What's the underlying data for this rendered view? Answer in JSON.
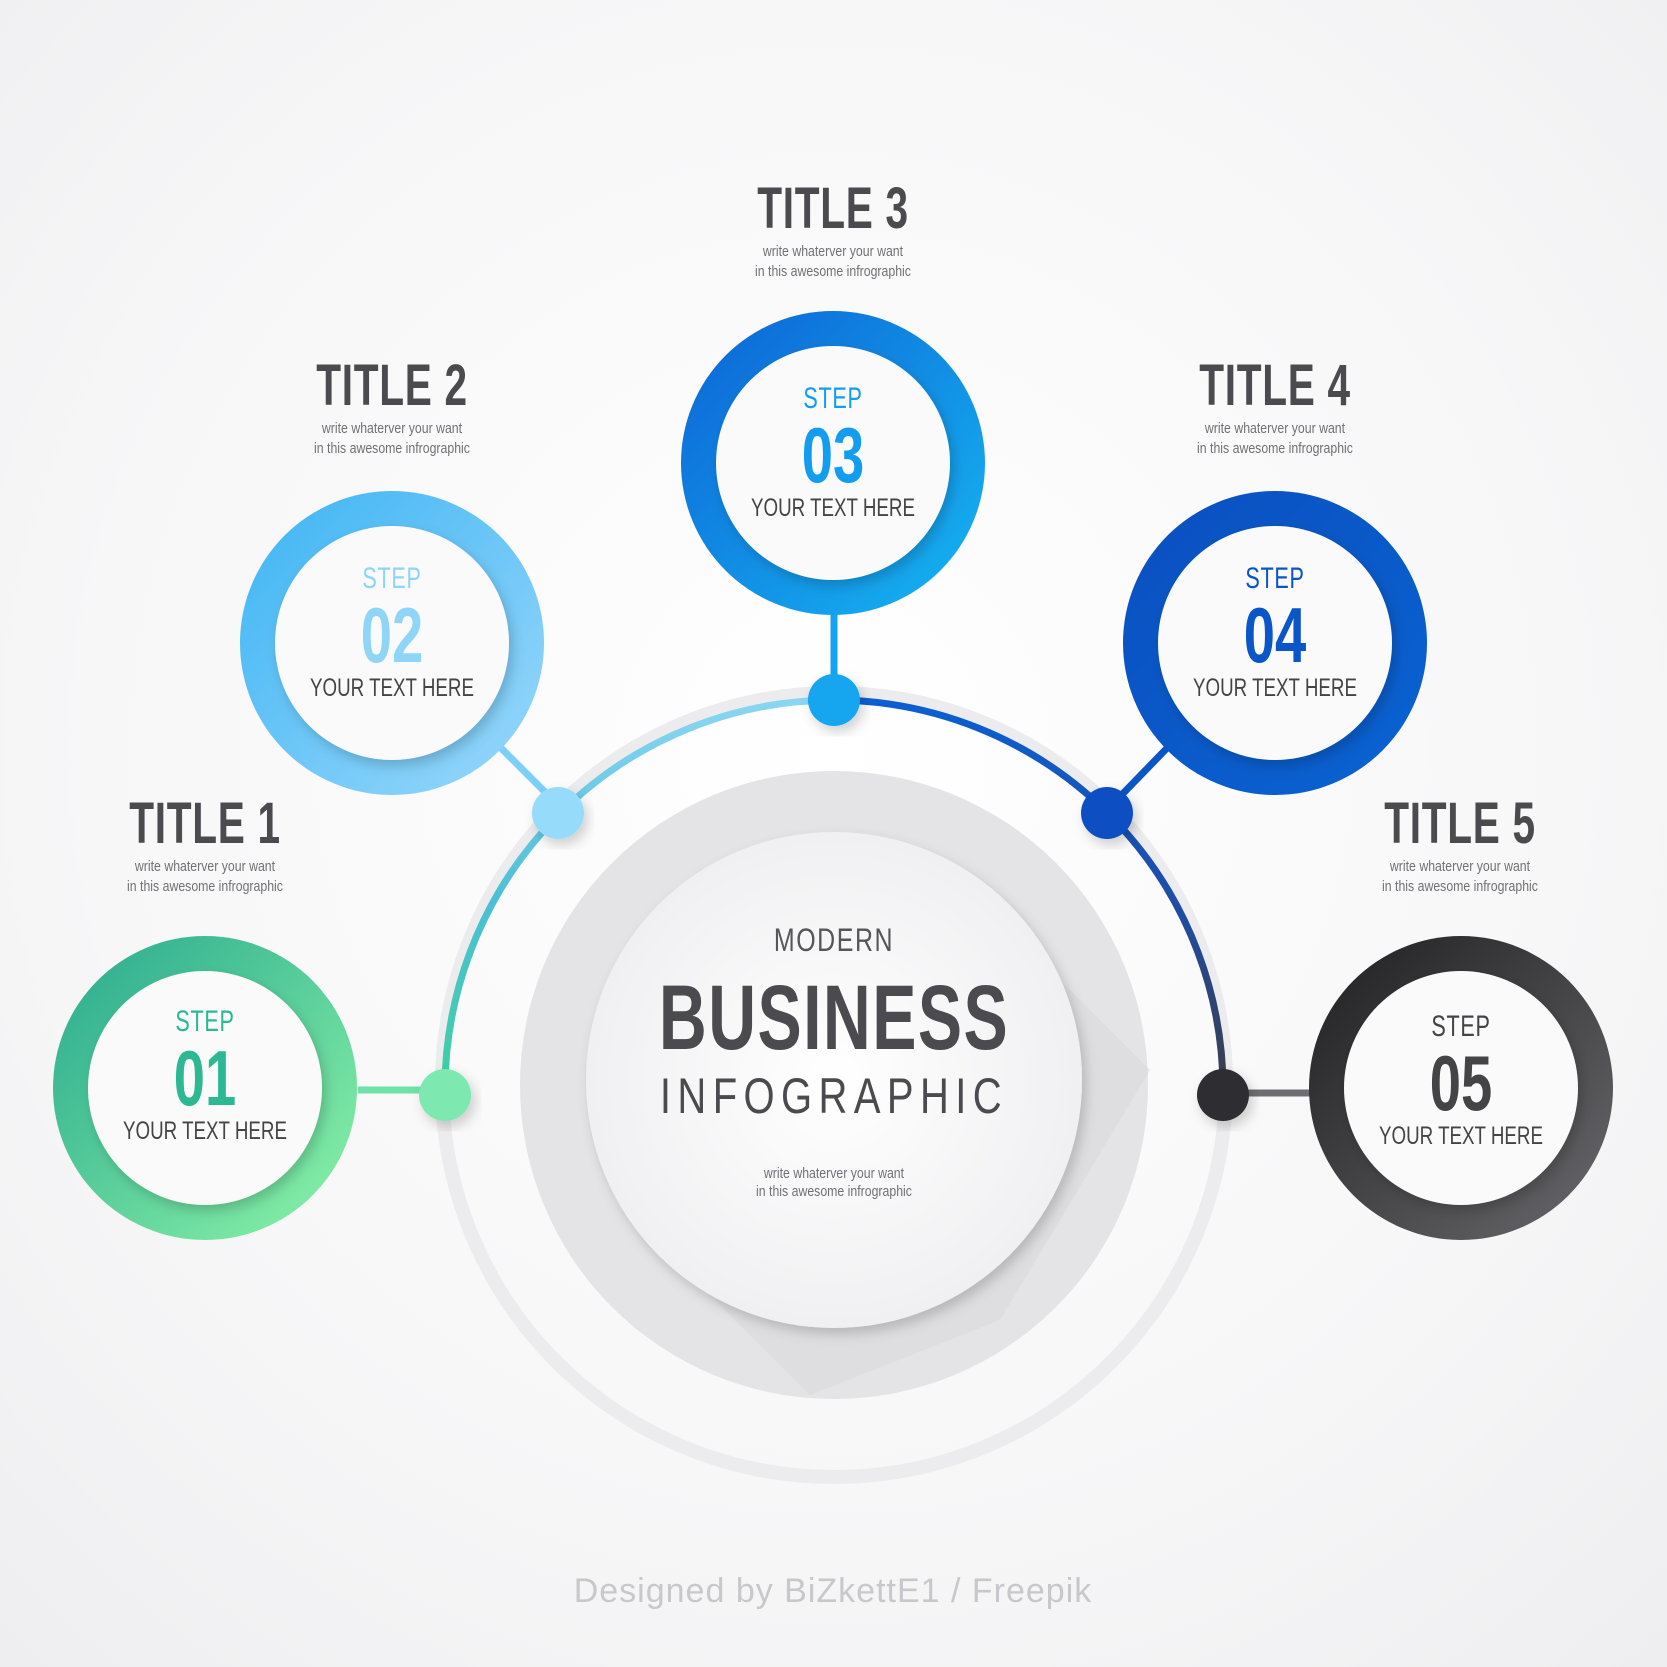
{
  "colors": {
    "step1": "#2ec69a",
    "step2": "#5ac6f5",
    "step3": "#139df0",
    "step4": "#0a55c8",
    "step5": "#333335",
    "text": "#4a4a4f"
  },
  "steps": [
    {
      "title": "TITLE 1",
      "desc_line1": "write whaterver your want",
      "desc_line2": "in this awesome infrographic",
      "step_word": "STEP",
      "number": "01",
      "text": "YOUR TEXT HERE"
    },
    {
      "title": "TITLE 2",
      "desc_line1": "write whaterver your want",
      "desc_line2": "in this awesome infrographic",
      "step_word": "STEP",
      "number": "02",
      "text": "YOUR TEXT HERE"
    },
    {
      "title": "TITLE 3",
      "desc_line1": "write whaterver your want",
      "desc_line2": "in this awesome infrographic",
      "step_word": "STEP",
      "number": "03",
      "text": "YOUR TEXT HERE"
    },
    {
      "title": "TITLE 4",
      "desc_line1": "write whaterver your want",
      "desc_line2": "in this awesome infrographic",
      "step_word": "STEP",
      "number": "04",
      "text": "YOUR TEXT HERE"
    },
    {
      "title": "TITLE 5",
      "desc_line1": "write whaterver your want",
      "desc_line2": "in this awesome infrographic",
      "step_word": "STEP",
      "number": "05",
      "text": "YOUR TEXT HERE"
    }
  ],
  "center": {
    "modern": "MODERN",
    "main": "BUSINESS",
    "sub": "INFOGRAPHIC",
    "desc_line1": "write whaterver your want",
    "desc_line2": "in this awesome infrographic"
  },
  "credit": "Designed by BiZkettE1 / Freepik"
}
